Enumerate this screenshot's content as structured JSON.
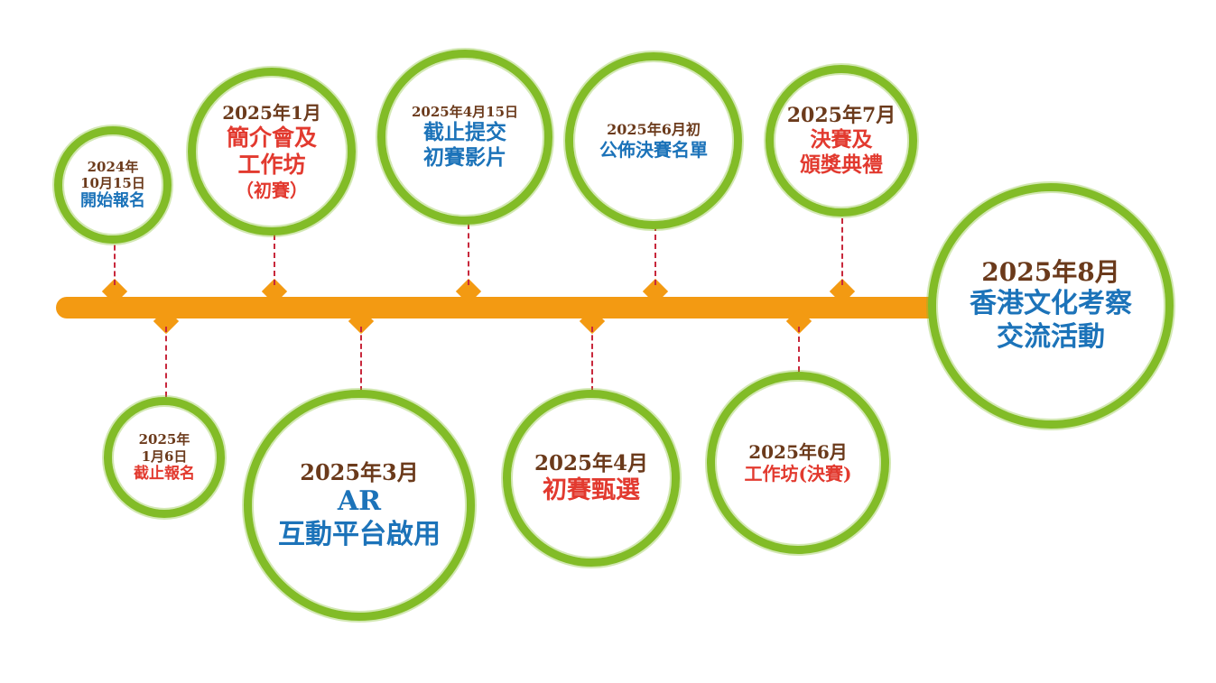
{
  "colors": {
    "timeline": "#f39a12",
    "ring": "#82bc27",
    "date_text": "#6b3a1b",
    "red_text": "#e23a2f",
    "blue_text": "#1c73b9",
    "connector": "#c8283c"
  },
  "events": [
    {
      "date_lines": [
        "2024年",
        "10月15日"
      ],
      "title_lines": [
        "開始報名"
      ],
      "title_color": "blue"
    },
    {
      "date_lines": [
        "2025年1月"
      ],
      "title_lines": [
        "簡介會及",
        "工作坊",
        "（初賽）"
      ],
      "title_color": "red"
    },
    {
      "date_lines": [
        "2025年4月15日"
      ],
      "title_lines": [
        "截止提交",
        "初賽影片"
      ],
      "title_color": "blue"
    },
    {
      "date_lines": [
        "2025年6月初"
      ],
      "title_lines": [
        "公佈決賽名單"
      ],
      "title_color": "blue"
    },
    {
      "date_lines": [
        "2025年7月"
      ],
      "title_lines": [
        "決賽及",
        "頒獎典禮"
      ],
      "title_color": "red"
    },
    {
      "date_lines": [
        "2025年",
        "1月6日"
      ],
      "title_lines": [
        "截止報名"
      ],
      "title_color": "red"
    },
    {
      "date_lines": [
        "2025年3月"
      ],
      "title_lines": [
        "AR",
        "互動平台啟用"
      ],
      "title_color": "blue"
    },
    {
      "date_lines": [
        "2025年4月"
      ],
      "title_lines": [
        "初賽甄選"
      ],
      "title_color": "red"
    },
    {
      "date_lines": [
        "2025年6月"
      ],
      "title_lines": [
        "工作坊(決賽)"
      ],
      "title_color": "red"
    },
    {
      "date_lines": [
        "2025年8月"
      ],
      "title_lines": [
        "香港文化考察",
        "交流活動"
      ],
      "title_color": "blue"
    }
  ]
}
